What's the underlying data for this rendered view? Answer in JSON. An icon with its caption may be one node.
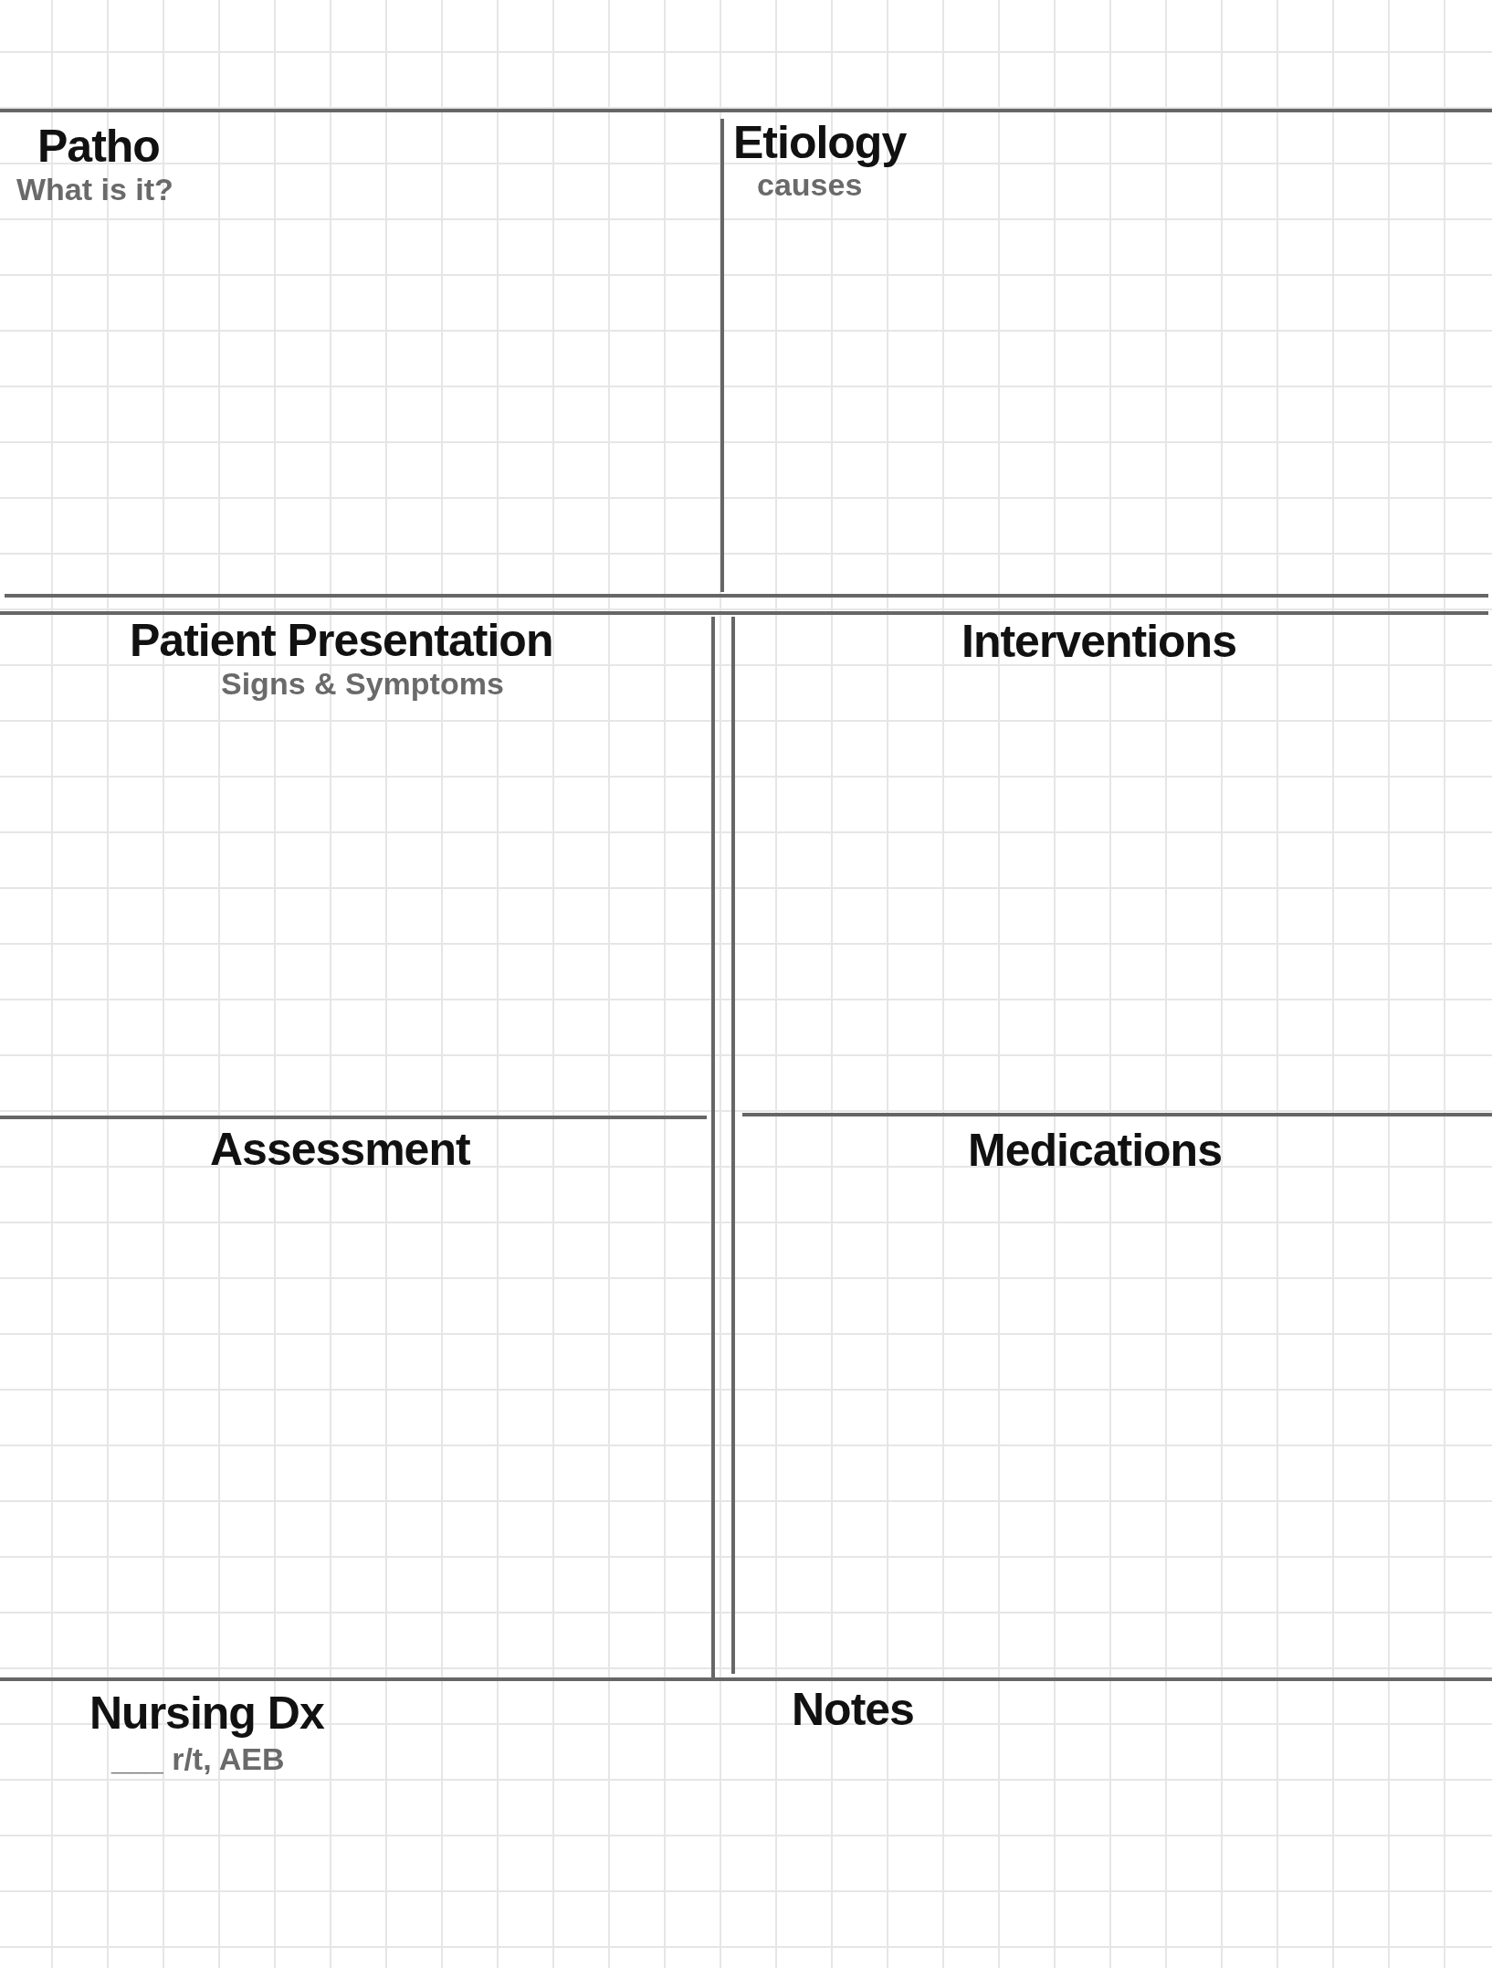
{
  "diagram": {
    "nodes": [
      {
        "text": [
          "Patho",
          "What is it?"
        ]
      },
      {
        "text": [
          "Etiology",
          "causes"
        ]
      },
      {
        "text": [
          "Patient Presentation",
          "Signs & Symptoms"
        ]
      },
      {
        "text": [
          "Interventions"
        ]
      },
      {
        "text": [
          "Assessment"
        ]
      },
      {
        "text": [
          "Medications"
        ]
      },
      {
        "text": [
          "Nursing Dx",
          "___ r/t, AEB"
        ]
      },
      {
        "text": [
          "Notes"
        ]
      }
    ]
  }
}
